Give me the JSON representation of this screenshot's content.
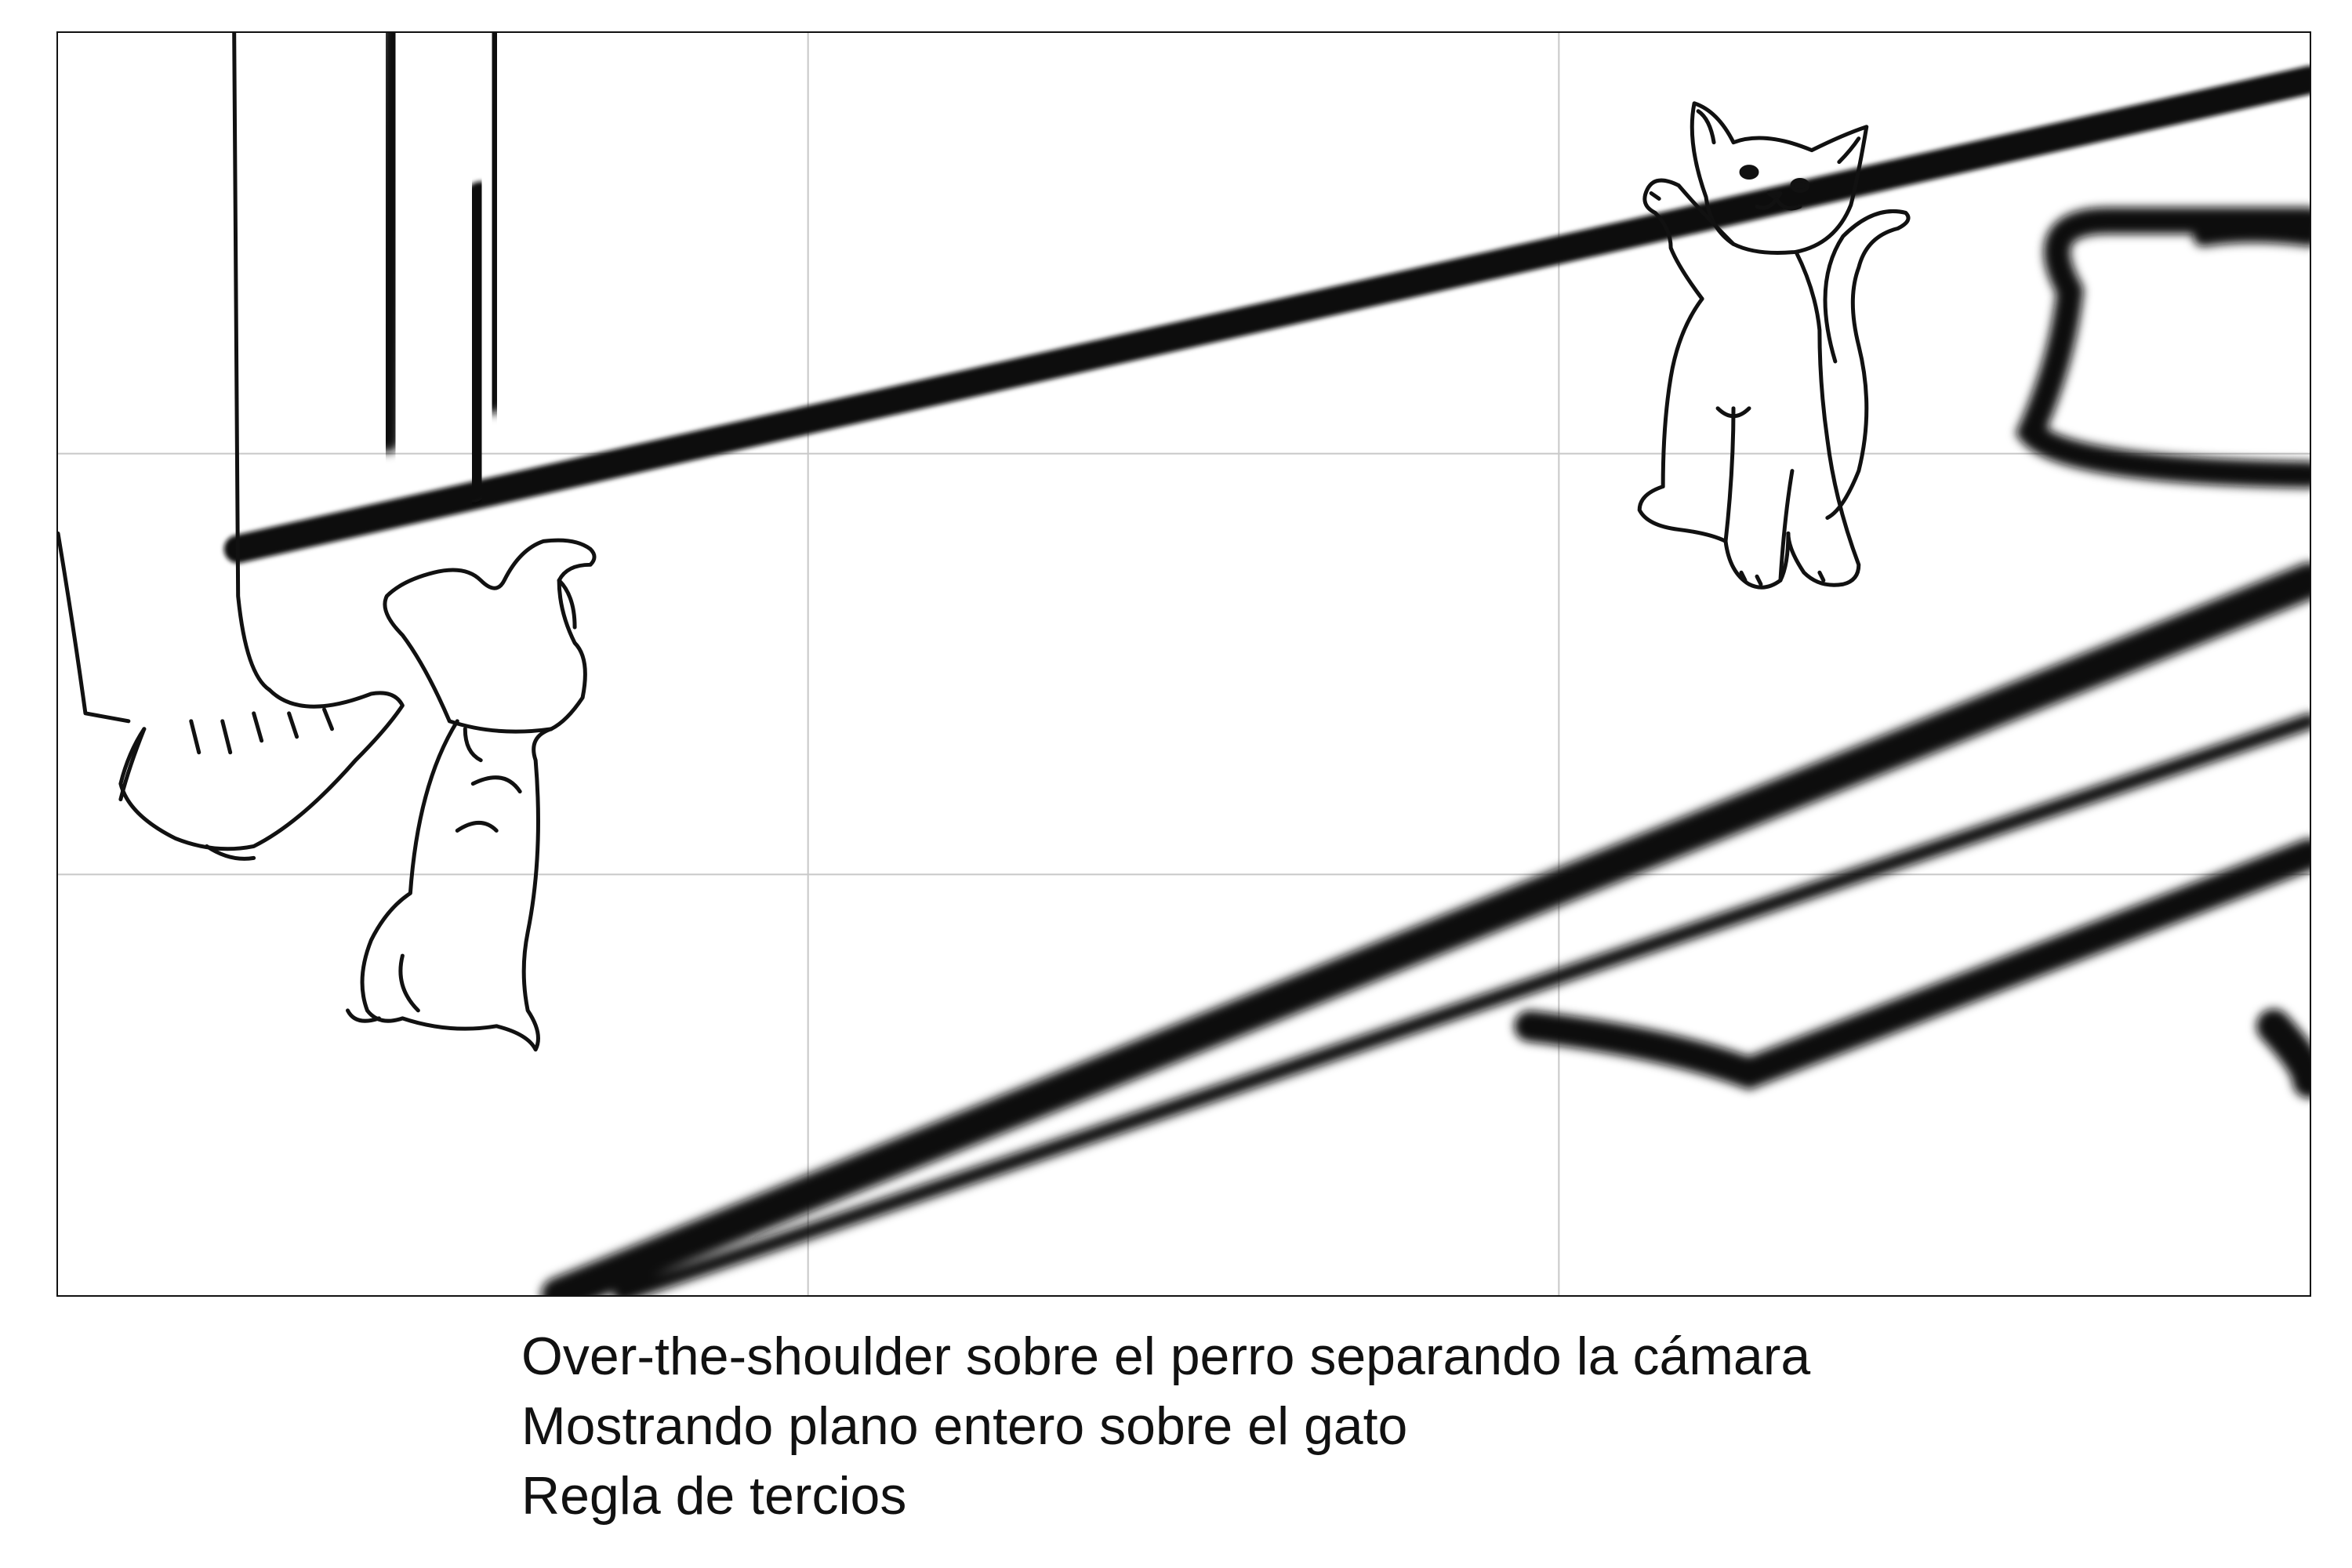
{
  "panel": {
    "rule_of_thirds_grid": true,
    "subjects": [
      "dog-over-the-shoulder",
      "cat-full-shot"
    ],
    "grid_color": "#c8c8c8",
    "ink_color": "#111111"
  },
  "caption": {
    "line1": "Over-the-shoulder sobre el perro separando la cámara",
    "line2": "Mostrando plano entero sobre el gato",
    "line3": "Regla de tercios"
  }
}
